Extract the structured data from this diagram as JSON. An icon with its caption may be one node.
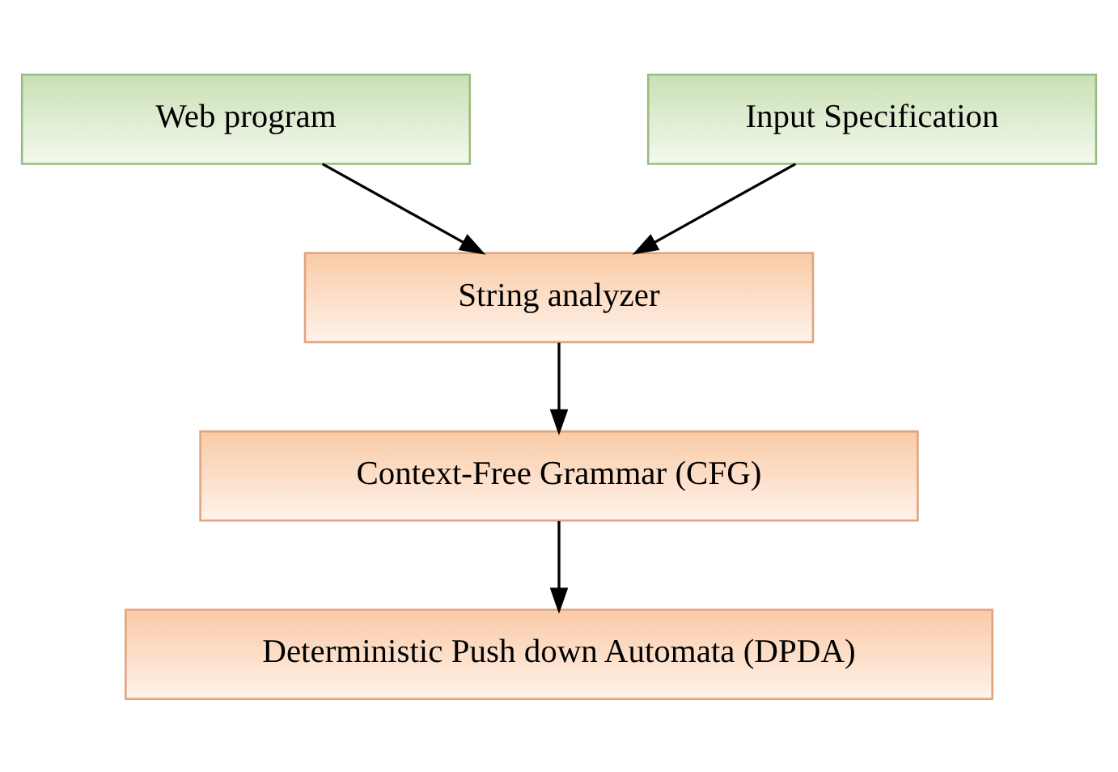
{
  "diagram": {
    "nodes": [
      {
        "text": [
          "Web program"
        ]
      },
      {
        "text": [
          "Input Specification"
        ]
      },
      {
        "text": [
          "String analyzer"
        ]
      },
      {
        "text": [
          "Context-Free Grammar (CFG)"
        ]
      },
      {
        "text": [
          "Deterministic Push down Automata (DPDA)"
        ]
      }
    ],
    "edges": [
      {
        "from": 0,
        "to": 2,
        "arrow": "to"
      },
      {
        "from": 1,
        "to": 2,
        "arrow": "to"
      },
      {
        "from": 2,
        "to": 3,
        "arrow": "to"
      },
      {
        "from": 3,
        "to": 4,
        "arrow": "to"
      }
    ]
  }
}
